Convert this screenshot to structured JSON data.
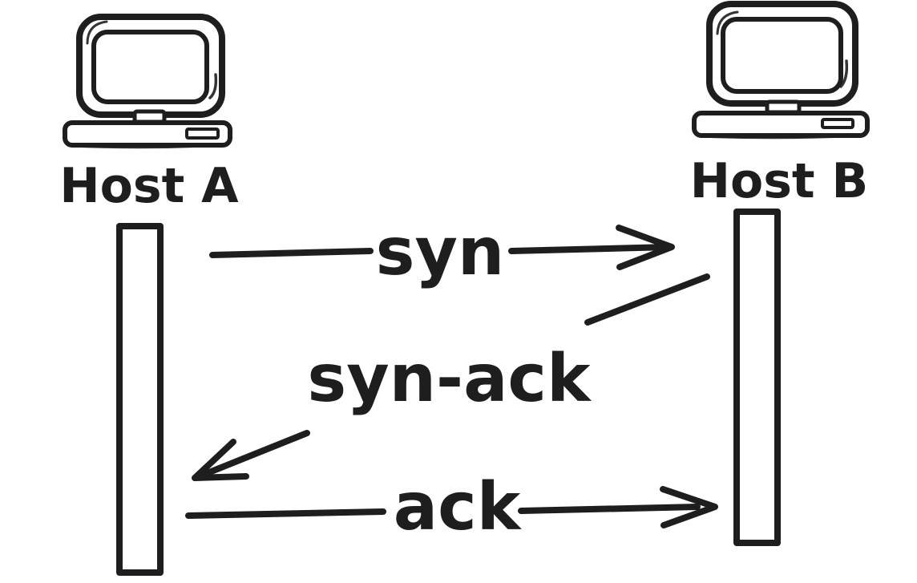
{
  "colors": {
    "ink": "#1e1e1e",
    "background": "#ffffff"
  },
  "actors": [
    {
      "id": "host-a",
      "label": "Host A",
      "icon": "computer-icon"
    },
    {
      "id": "host-b",
      "label": "Host B",
      "icon": "computer-icon"
    }
  ],
  "messages": [
    {
      "label": "syn",
      "from": "Host A",
      "to": "Host B",
      "direction": "right"
    },
    {
      "label": "syn-ack",
      "from": "Host B",
      "to": "Host A",
      "direction": "left"
    },
    {
      "label": "ack",
      "from": "Host A",
      "to": "Host B",
      "direction": "right"
    }
  ]
}
